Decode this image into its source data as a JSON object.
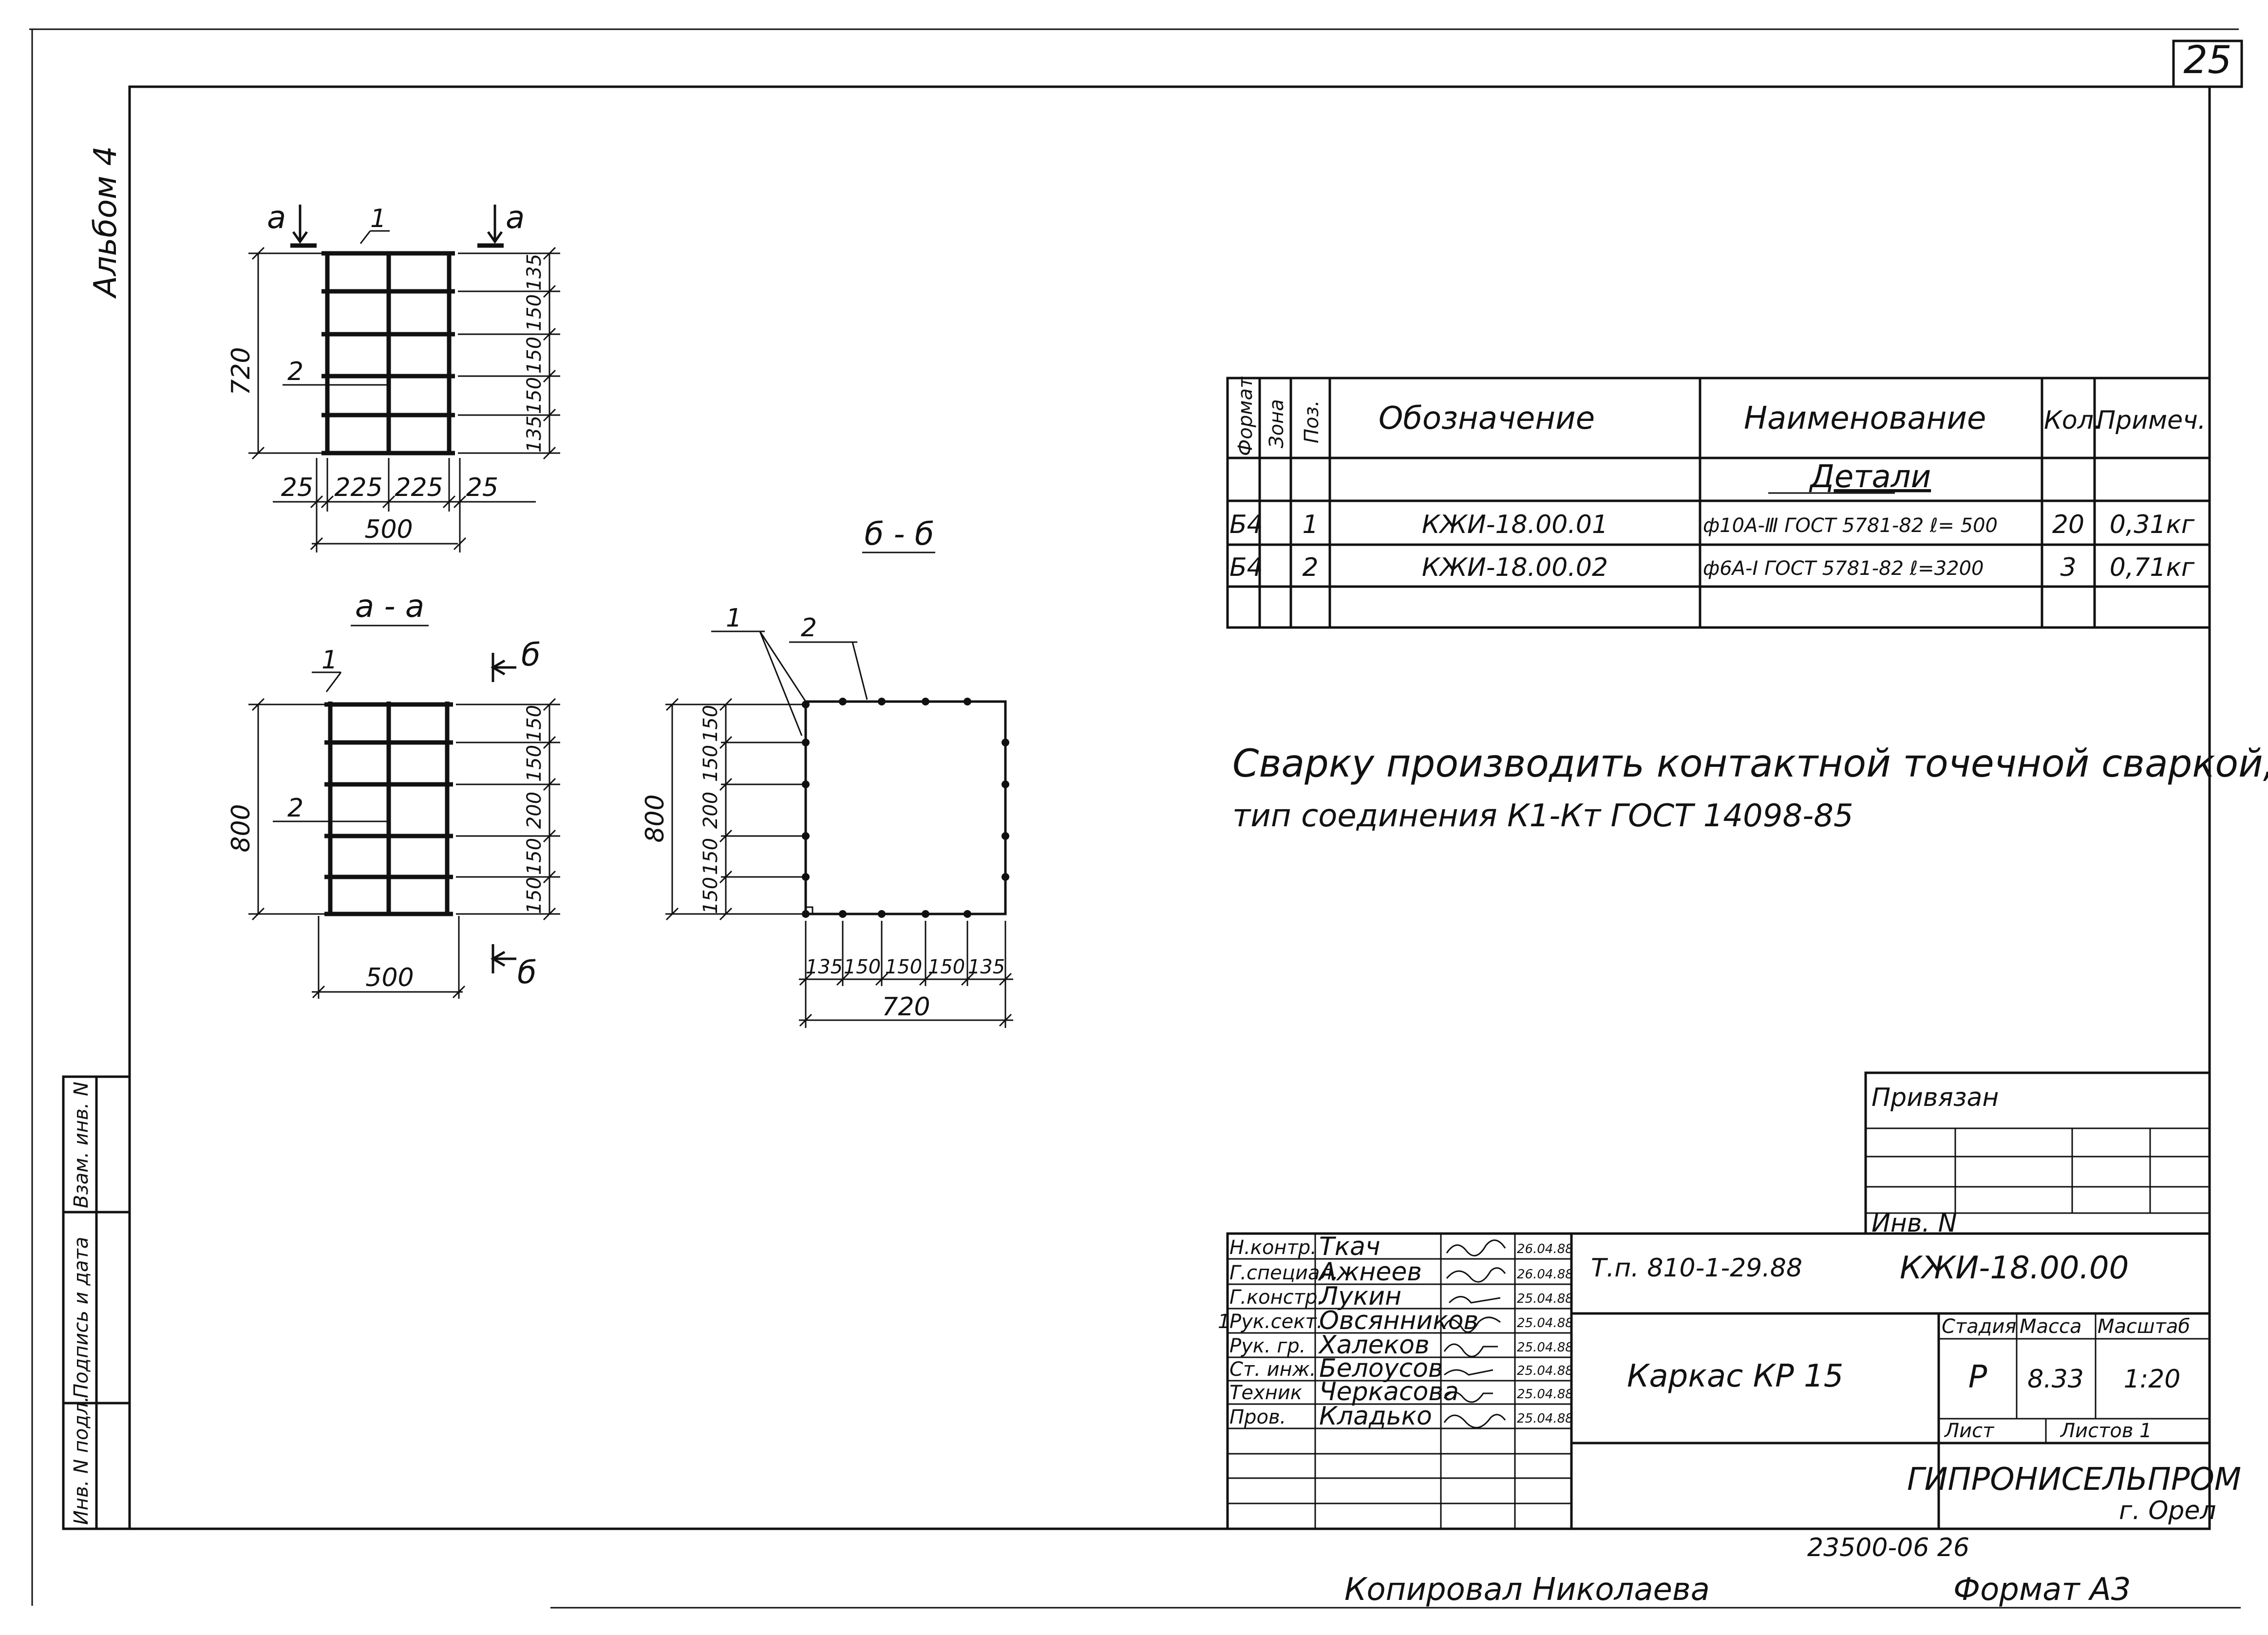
{
  "sheet": {
    "page_number": "25",
    "album": "Альбом 4",
    "copied_by": "Копировал   Николаева",
    "format": "Формат А3",
    "archive_number": "23500-06   26"
  },
  "views": {
    "top": {
      "section_marks": [
        "а",
        "а"
      ],
      "positions": [
        "1",
        "2"
      ],
      "height_total": "720",
      "right_dims": [
        "135",
        "150",
        "150",
        "150",
        "135"
      ],
      "bottom_dims": [
        "25",
        "225",
        "225",
        "25"
      ],
      "width_total": "500"
    },
    "section_aa": {
      "title": "а - а",
      "positions": [
        "1",
        "2"
      ],
      "cut_marks": [
        "б",
        "б"
      ],
      "height_total": "800",
      "right_dims": [
        "150",
        "150",
        "200",
        "150",
        "150"
      ],
      "width_total": "500"
    },
    "section_bb": {
      "title": "б - б",
      "positions": [
        "1",
        "2"
      ],
      "height_total": "800",
      "left_dims": [
        "150",
        "150",
        "200",
        "150",
        "150"
      ],
      "bottom_dims": [
        "135",
        "150",
        "150",
        "150",
        "135"
      ],
      "width_total": "720"
    }
  },
  "spec_table": {
    "headers": [
      "Формат",
      "Зона",
      "Поз.",
      "Обозначение",
      "Наименование",
      "Кол.",
      "Примеч."
    ],
    "section": "Детали",
    "rows": [
      {
        "format": "Б4",
        "zone": "",
        "pos": "1",
        "designation": "КЖИ-18.00.01",
        "name": "ф10А-Ⅲ ГОСТ 5781-82 ℓ= 500",
        "qty": "20",
        "note": "0,31кг"
      },
      {
        "format": "Б4",
        "zone": "",
        "pos": "2",
        "designation": "КЖИ-18.00.02",
        "name": "ф6А-Ⅰ ГОСТ 5781-82 ℓ=3200",
        "qty": "3",
        "note": "0,71кг"
      }
    ]
  },
  "notes": [
    "Сварку производить контактной точечной сваркой,",
    "тип   соединения   К1-Кт  ГОСТ 14098-85"
  ],
  "title_block": {
    "attached_label": "Привязан",
    "inv_label": "Инв. N",
    "project_code": "Т.п. 810-1-29.88",
    "doc_code": "КЖИ-18.00.00",
    "product_name": "Каркас КР 15",
    "stage_header": "Стадия",
    "mass_header": "Масса",
    "scale_header": "Масштаб",
    "stage": "Р",
    "mass": "8.33",
    "scale": "1:20",
    "sheet_label": "Лист",
    "sheets_label": "Листов 1",
    "org": "ГИПРОНИСЕЛЬПРОМ",
    "city": "г. Орел",
    "revision_mark": "1",
    "staff": [
      {
        "role": "Н.контр.",
        "name": "Ткач",
        "date": "26.04.88"
      },
      {
        "role": "Г.специал.",
        "name": "Ажнеев",
        "date": "26.04.88"
      },
      {
        "role": "Г.констр.",
        "name": "Лукин",
        "date": "25.04.88"
      },
      {
        "role": "Рук.сект.",
        "name": "Овсянников",
        "date": "25.04.88"
      },
      {
        "role": "Рук. гр.",
        "name": "Халеков",
        "date": "25.04.88"
      },
      {
        "role": "Ст. инж.",
        "name": "Белоусов",
        "date": "25.04.88"
      },
      {
        "role": "Техник",
        "name": "Черкасова",
        "date": "25.04.88"
      },
      {
        "role": "Пров.",
        "name": "Кладько",
        "date": "25.04.88"
      }
    ]
  },
  "side_stamp": [
    "Инв. N подл.",
    "Подпись и дата",
    "Взам. инв. N"
  ]
}
